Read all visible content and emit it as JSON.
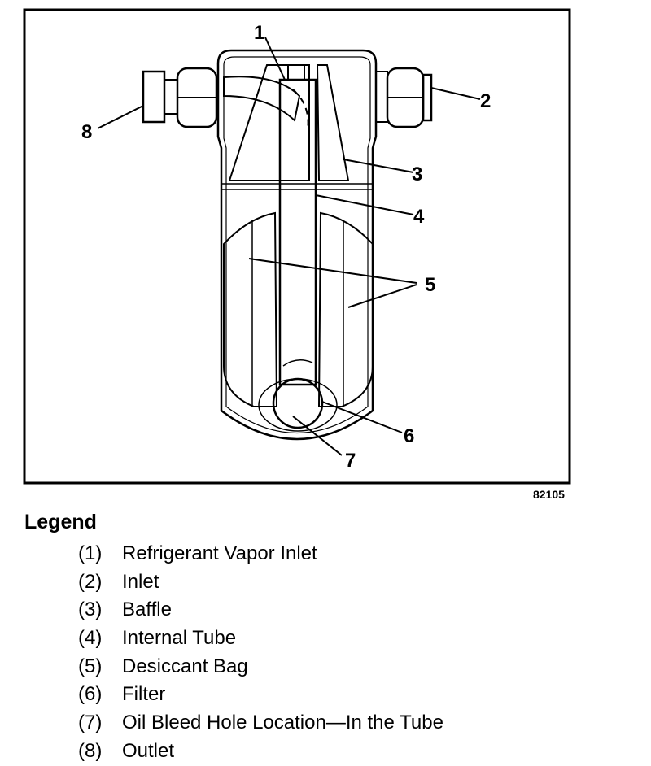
{
  "figure": {
    "id": "82105",
    "callouts": [
      "1",
      "2",
      "3",
      "4",
      "5",
      "6",
      "7",
      "8"
    ]
  },
  "legend": {
    "title": "Legend",
    "items": [
      {
        "num": "(1)",
        "text": "Refrigerant Vapor Inlet"
      },
      {
        "num": "(2)",
        "text": "Inlet"
      },
      {
        "num": "(3)",
        "text": "Baffle"
      },
      {
        "num": "(4)",
        "text": "Internal Tube"
      },
      {
        "num": "(5)",
        "text": "Desiccant Bag"
      },
      {
        "num": "(6)",
        "text": "Filter"
      },
      {
        "num": "(7)",
        "text": "Oil Bleed Hole Location—In the Tube"
      },
      {
        "num": "(8)",
        "text": "Outlet"
      }
    ]
  }
}
